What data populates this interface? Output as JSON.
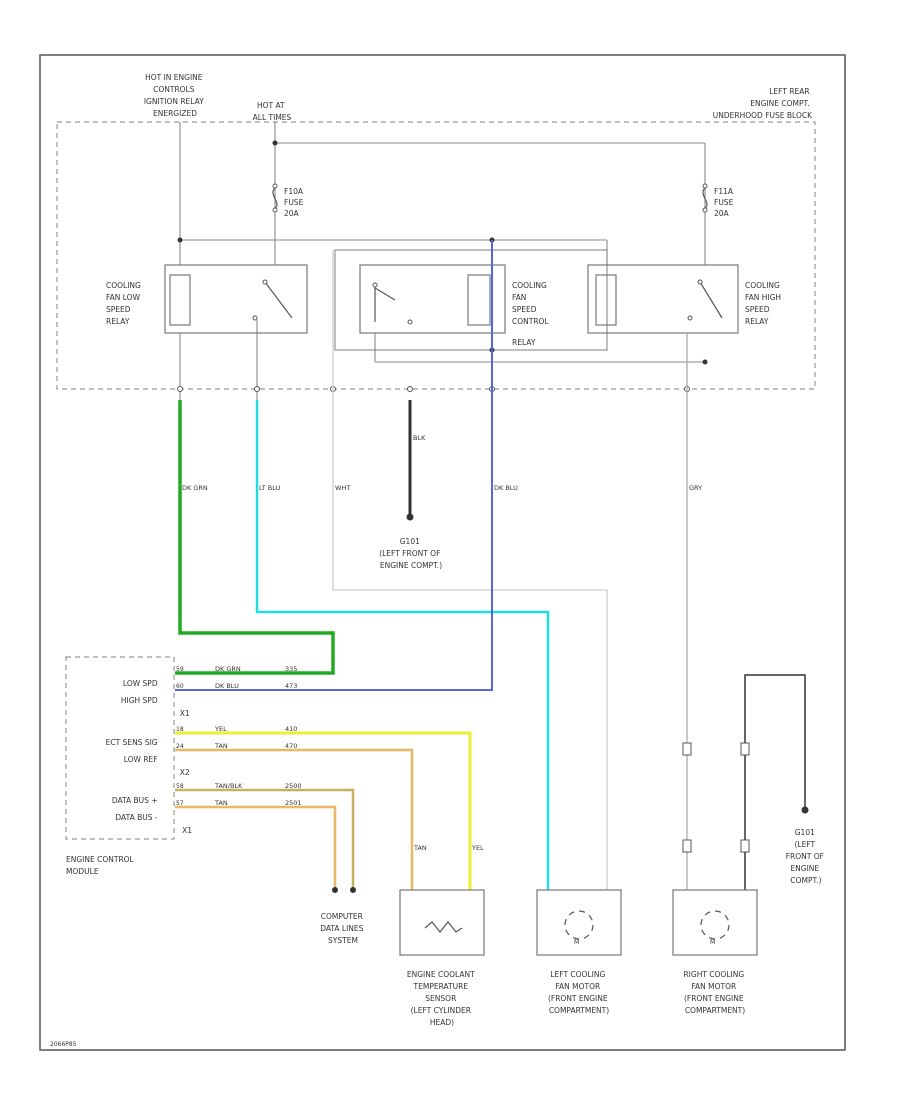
{
  "power": {
    "hot_in_engine": [
      "HOT IN ENGINE",
      "CONTROLS",
      "IGNITION RELAY",
      "ENERGIZED"
    ],
    "hot_at_all_times": [
      "HOT AT",
      "ALL TIMES"
    ]
  },
  "fuse_block": [
    "LEFT REAR",
    "ENGINE COMPT.",
    "UNDERHOOD FUSE BLOCK"
  ],
  "fuses": {
    "left": [
      "F10A",
      "FUSE",
      "20A"
    ],
    "right": [
      "F11A",
      "FUSE",
      "20A"
    ]
  },
  "relays": {
    "low_speed": [
      "COOLING",
      "FAN LOW",
      "SPEED",
      "RELAY"
    ],
    "speed_control": [
      "COOLING",
      "FAN",
      "SPEED",
      "CONTROL",
      "RELAY"
    ],
    "high_speed": [
      "COOLING",
      "FAN HIGH",
      "SPEED",
      "RELAY"
    ]
  },
  "ground_left": [
    "G101",
    "(LEFT FRONT OF",
    "ENGINE COMPT.)"
  ],
  "ground_right": [
    "G101",
    "(LEFT",
    "FRONT OF",
    "ENGINE",
    "COMPT.)"
  ],
  "ecm": {
    "rows": [
      "LOW SPD",
      "HIGH SPD",
      "X1",
      "ECT SENS SIG",
      "LOW REF",
      "X2",
      "DATA BUS +",
      "DATA BUS -",
      "X1"
    ],
    "pins": [
      "59",
      "60",
      "",
      "18",
      "24",
      "",
      "58",
      "57",
      ""
    ],
    "wire_colors": [
      "DK GRN",
      "DK BLU",
      "",
      "YEL",
      "TAN",
      "",
      "TAN/BLK",
      "TAN",
      ""
    ],
    "circuits": [
      "335",
      "473",
      "",
      "410",
      "470",
      "",
      "2500",
      "2501",
      ""
    ],
    "label": [
      "ENGINE CONTROL",
      "MODULE"
    ]
  },
  "computer_data": [
    "COMPUTER",
    "DATA LINES",
    "SYSTEM"
  ],
  "ect_sensor": [
    "ENGINE COOLANT",
    "TEMPERATURE",
    "SENSOR",
    "(LEFT CYLINDER",
    "HEAD)"
  ],
  "left_fan": [
    "LEFT COOLING",
    "FAN MOTOR",
    "(FRONT ENGINE",
    "COMPARTMENT)"
  ],
  "right_fan": [
    "RIGHT COOLING",
    "FAN MOTOR",
    "(FRONT ENGINE",
    "COMPARTMENT)"
  ],
  "wire_labels": {
    "dk_grn": "DK GRN",
    "lt_blu": "LT BLU",
    "wht": "WHT",
    "blk": "BLK",
    "dk_blu": "DK BLU",
    "gry": "GRY",
    "yel": "YEL",
    "tan": "TAN"
  },
  "colors": {
    "green_wire": "#22aa22",
    "cyan_wire": "#22dddd",
    "blue_wire": "#5566dd",
    "yellow_wire": "#eeee33",
    "tan_wire": "#e8b866",
    "tanblk_wire": "#c8b060",
    "gray_wire": "#cccccc",
    "black_wire": "#333333"
  },
  "footer_code": "2066P85"
}
